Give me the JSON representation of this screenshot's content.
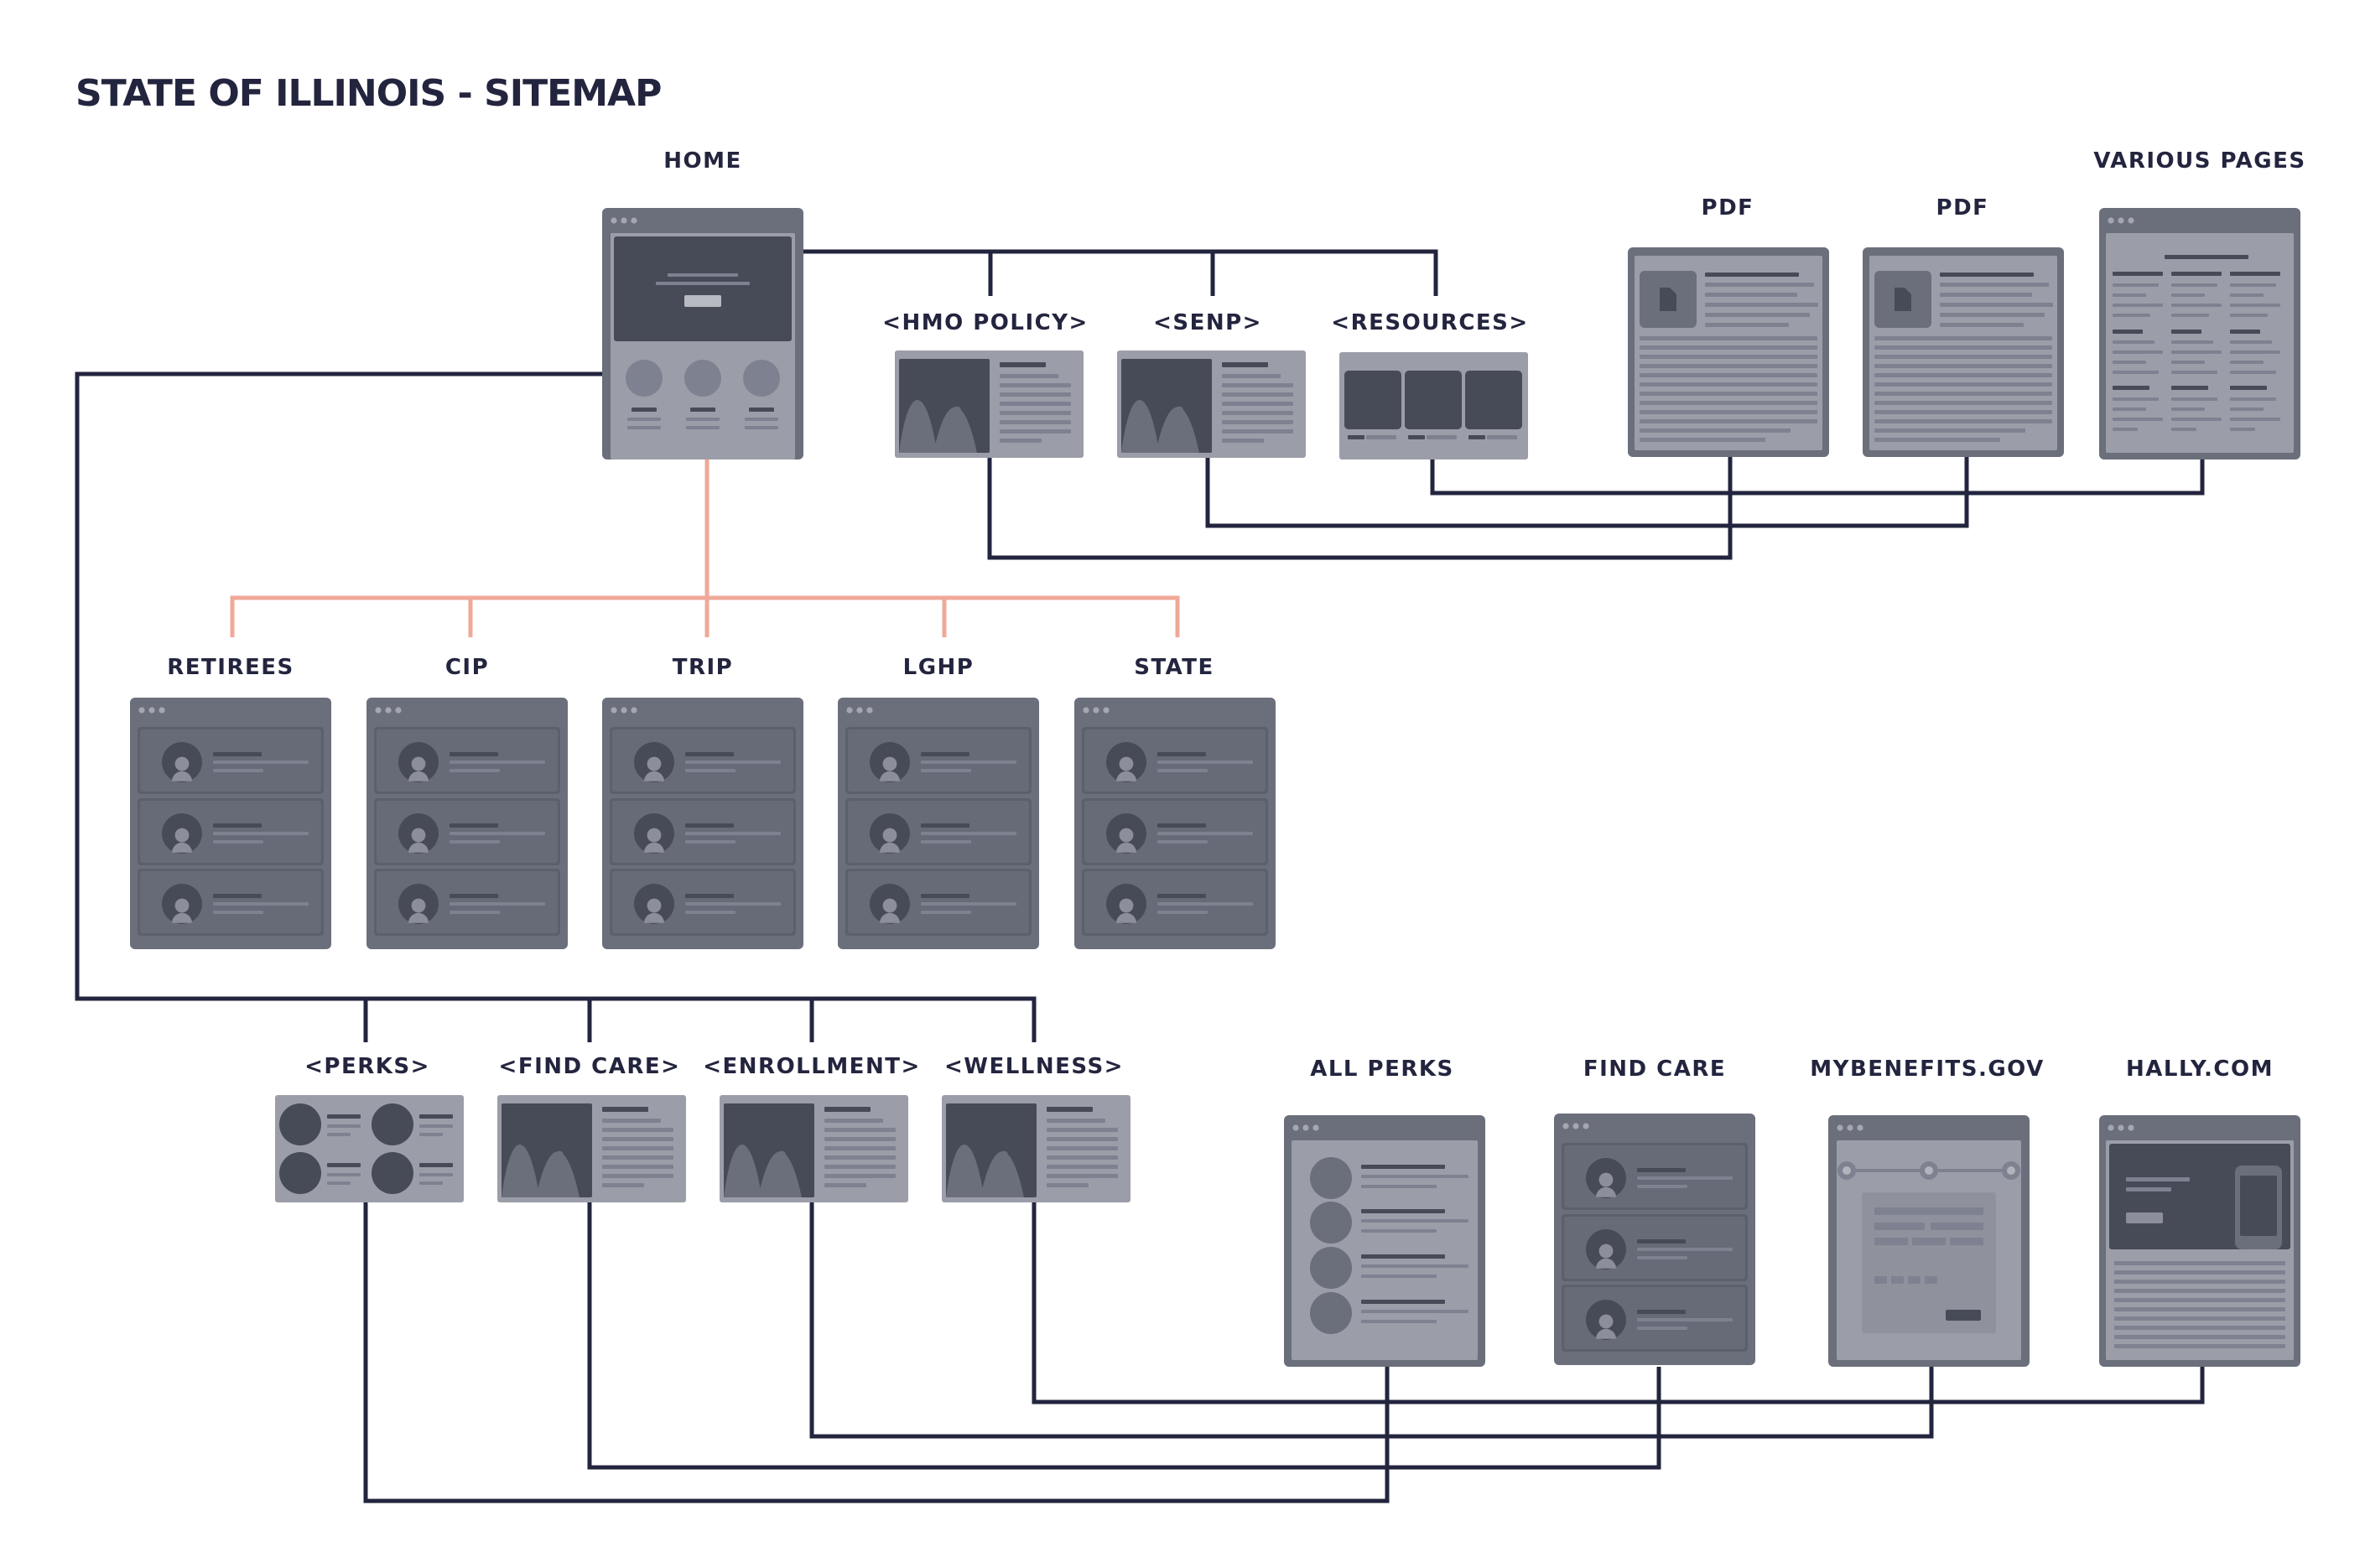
{
  "title": "STATE OF ILLINOIS - SITEMAP",
  "nodes": {
    "home": "HOME",
    "hmo_policy": "<HMO POLICY>",
    "senp": "<SENP>",
    "resources": "<RESOURCES>",
    "pdf_1": "PDF",
    "pdf_2": "PDF",
    "various_pages": "VARIOUS PAGES",
    "retirees": "RETIREES",
    "cip": "CIP",
    "trip": "TRIP",
    "lghp": "LGHP",
    "state": "STATE",
    "perks": "<PERKS>",
    "find_care_module": "<FIND CARE>",
    "enrollment": "<ENROLLMENT>",
    "wellness": "<WELLNESS>",
    "all_perks": "ALL PERKS",
    "find_care_page": "FIND CARE",
    "mybenefits": "MYBENEFITS.GOV",
    "hally": "HALLY.COM"
  },
  "colors": {
    "connector": "#23253f",
    "primary_connector": "#f0a898",
    "frame": "#6b6f7b",
    "panel": "#9b9ea8",
    "dark_panel": "#474a57",
    "title": "#23253f"
  }
}
